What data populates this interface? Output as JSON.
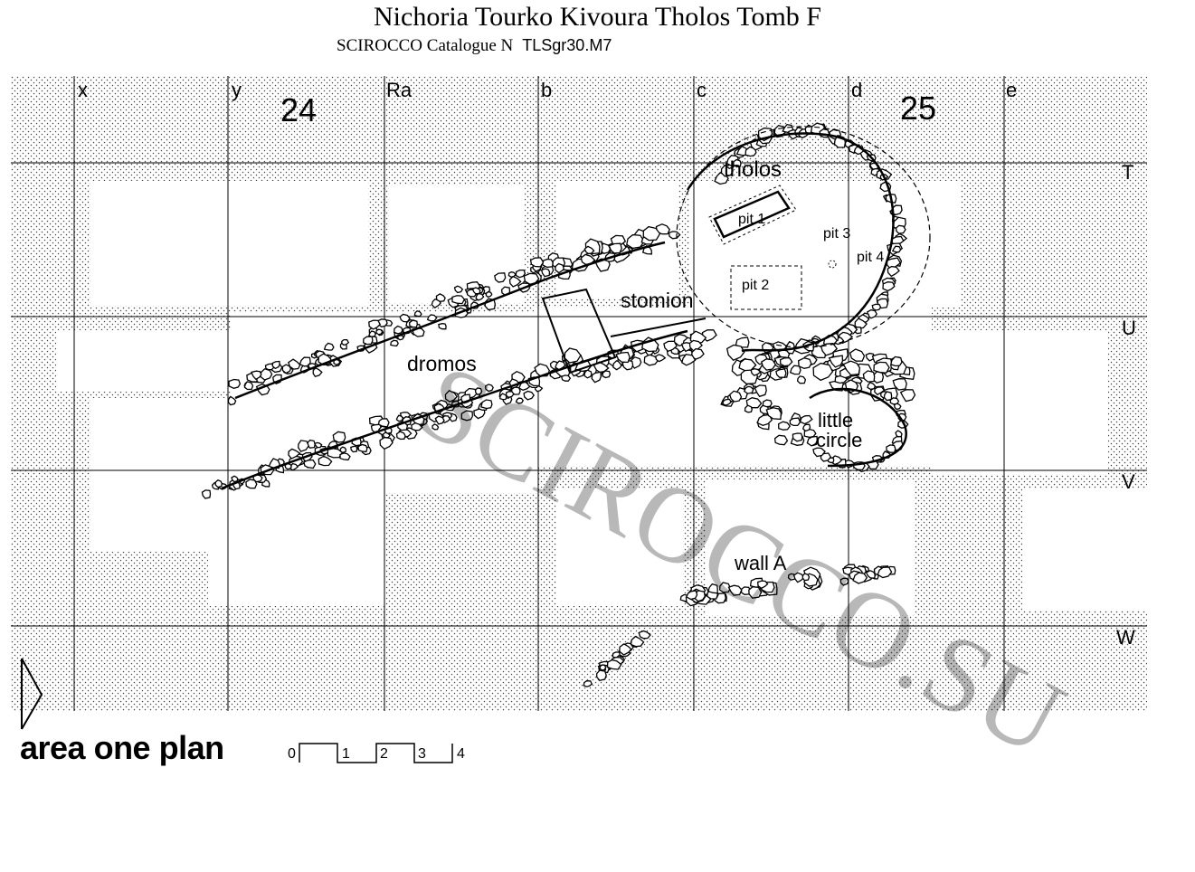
{
  "header": {
    "title": "Nichoria Tourko Kivoura Tholos Tomb F",
    "subtitle": "SCIROCCO Catalogue N",
    "code": "TLSgr30.M7"
  },
  "grid": {
    "columns": [
      "x",
      "y",
      "Ra",
      "b",
      "c",
      "d",
      "e"
    ],
    "rows": [
      "T",
      "U",
      "V",
      "W"
    ],
    "sheets": [
      "24",
      "25"
    ]
  },
  "features": {
    "tholos": "tholos",
    "pit1": "pit 1",
    "pit2": "pit 2",
    "pit3": "pit 3",
    "pit4": "pit 4",
    "stomion": "stomion",
    "dromos": "dromos",
    "little": "little",
    "circle": "circle",
    "wall": "wall A"
  },
  "plan": {
    "title": "area one plan",
    "scale_ticks": [
      "0",
      "1",
      "2",
      "3",
      "4"
    ]
  },
  "watermark": "SCIROCCO.SU"
}
